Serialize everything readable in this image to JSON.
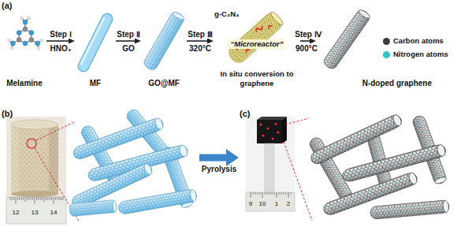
{
  "diagram": {
    "nodes": [
      {
        "text": [
          "Melamine"
        ]
      },
      {
        "text": [
          "MF"
        ]
      },
      {
        "text": [
          "GO@MF"
        ]
      },
      {
        "text": [
          "g-C₃N₄",
          "“Microreactor”",
          "In situ conversion to graphene"
        ]
      },
      {
        "text": [
          "N-doped graphene"
        ]
      },
      {
        "text": [
          "(b)"
        ]
      },
      {
        "text": [
          "(c)"
        ]
      }
    ],
    "edges": [
      {
        "from": 0,
        "to": 1,
        "arrow": "to",
        "label": "Step Ⅰ"
      },
      {
        "from": 1,
        "to": 2,
        "arrow": "to",
        "label": "Step Ⅱ"
      },
      {
        "from": 2,
        "to": 3,
        "arrow": "to",
        "label": "Step Ⅲ"
      },
      {
        "from": 3,
        "to": 4,
        "arrow": "to",
        "label": "Step Ⅳ"
      },
      {
        "from": 5,
        "to": 6,
        "arrow": "to",
        "label": "Pyrolysis"
      }
    ],
    "labels": [
      "(a)",
      "HNO₃",
      "GO",
      "320°C",
      "900°C",
      "12",
      "13",
      "14",
      "9",
      "10",
      "1",
      "2"
    ],
    "legend": [
      {
        "text": "Carbon atoms",
        "color": "#3b3b3b"
      },
      {
        "text": "Nitrogen atoms",
        "color": "#35c2c9"
      }
    ]
  }
}
